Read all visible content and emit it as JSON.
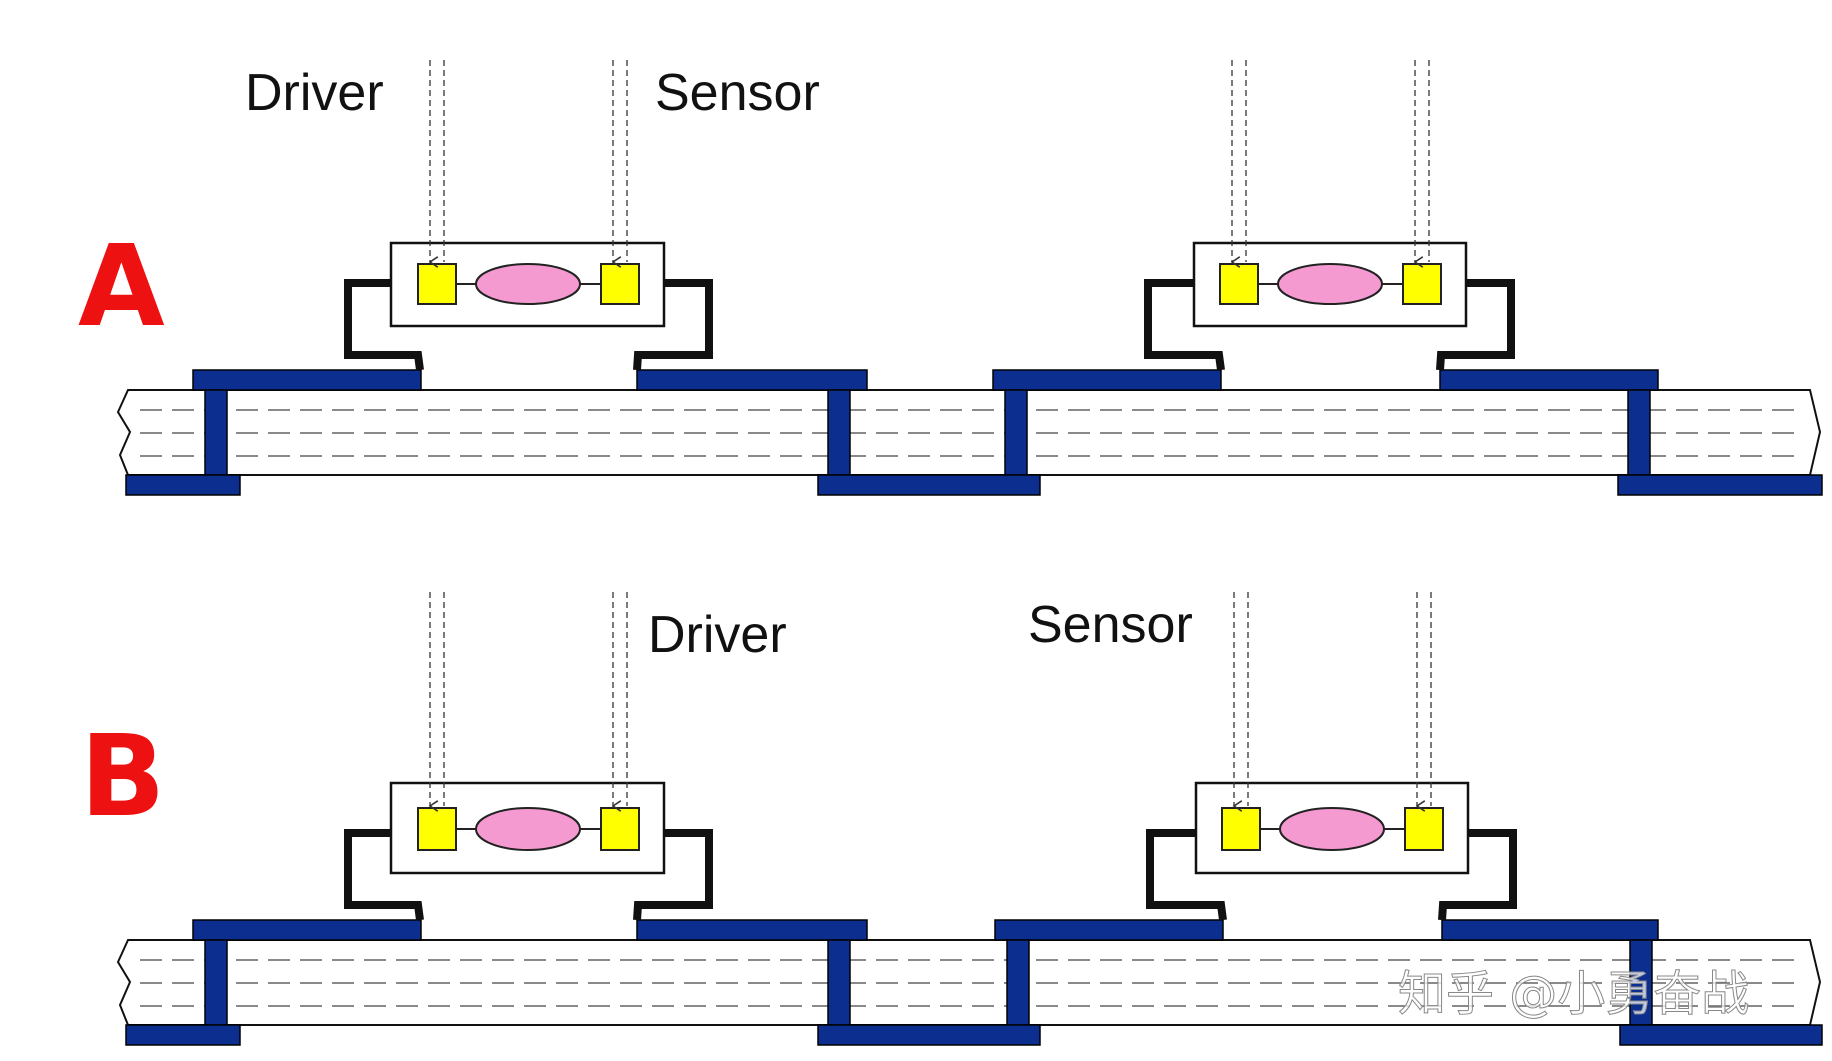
{
  "colors": {
    "trace": "#0b2e8f",
    "chip": "#ffff00",
    "chip_border": "#222222",
    "crystal": "#f59ad0",
    "wire": "#111111",
    "label_red": "#ee1111",
    "board_dash": "#444444"
  },
  "panels": [
    {
      "letter": "A",
      "labels": [
        {
          "text": "Driver",
          "anchor": "left-probe-1"
        },
        {
          "text": "Sensor",
          "anchor": "left-probe-2"
        }
      ]
    },
    {
      "letter": "B",
      "labels": [
        {
          "text": "Driver",
          "anchor": "left-probe-2"
        },
        {
          "text": "Sensor",
          "anchor": "right-probe-1"
        }
      ]
    }
  ],
  "watermark": "知乎 @小勇奋战"
}
